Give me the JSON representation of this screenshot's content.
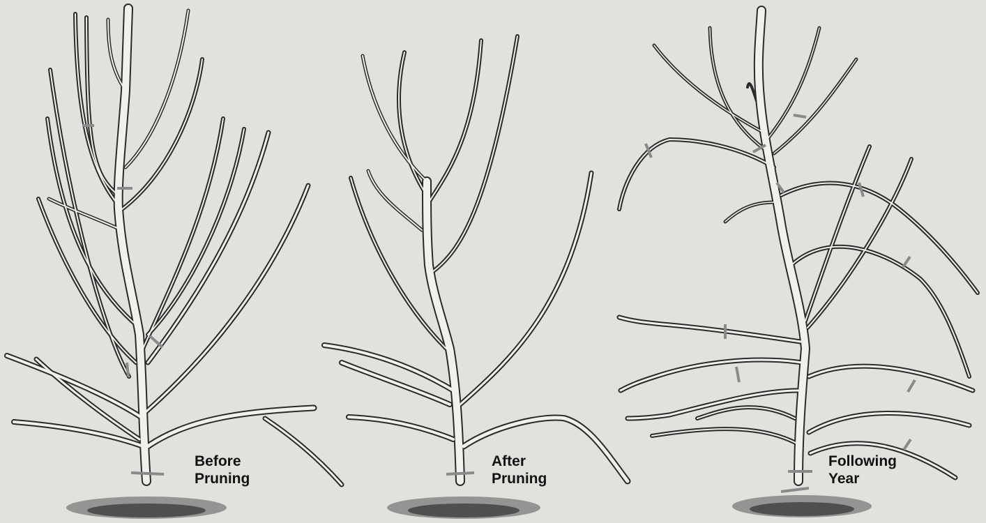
{
  "panels": [
    {
      "id": "before",
      "label": "Before\nPruning"
    },
    {
      "id": "after",
      "label": "After\nPruning"
    },
    {
      "id": "following",
      "label": "Following\nYear"
    }
  ]
}
